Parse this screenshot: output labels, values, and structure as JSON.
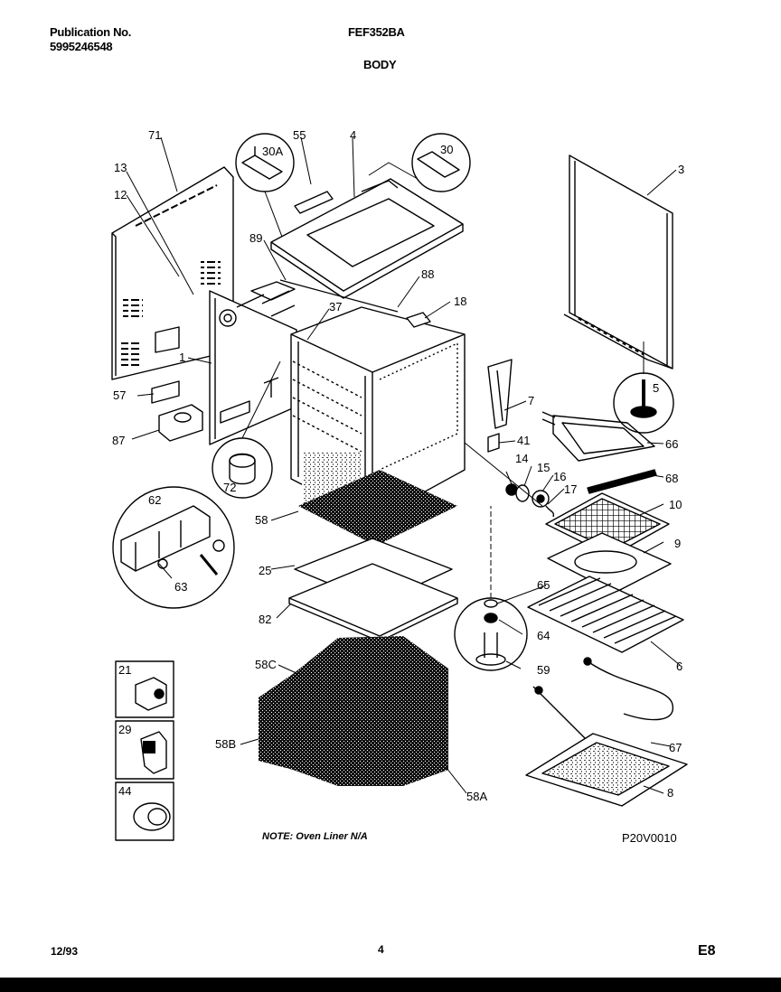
{
  "header": {
    "publication_label": "Publication No.",
    "publication_number": "5995246548",
    "model": "FEF352BA",
    "section": "BODY"
  },
  "callouts": [
    "71",
    "13",
    "12",
    "89",
    "57",
    "87",
    "72",
    "62",
    "63",
    "21",
    "29",
    "44",
    "30A",
    "55",
    "4",
    "30",
    "88",
    "18",
    "37",
    "1",
    "58",
    "25",
    "82",
    "58C",
    "58B",
    "58A",
    "3",
    "5",
    "7",
    "41",
    "66",
    "14",
    "15",
    "16",
    "17",
    "68",
    "10",
    "9",
    "65",
    "64",
    "59",
    "6",
    "67",
    "8"
  ],
  "note": "NOTE: Oven Liner N/A",
  "diagram_code": "P20V0010",
  "footer": {
    "date": "12/93",
    "page": "4",
    "edition": "E8"
  }
}
